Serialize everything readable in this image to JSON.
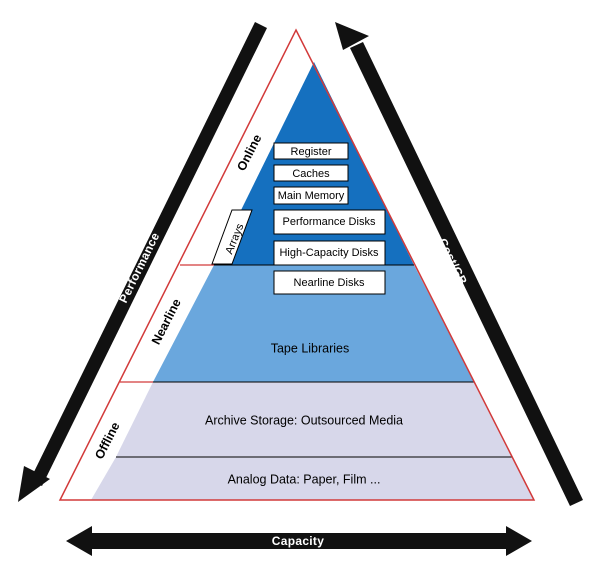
{
  "colors": {
    "online": "#1570bf",
    "nearline": "#6aa7dd",
    "offline": "#d7d7ea",
    "outline": "#d23a3a",
    "arrow": "#111111"
  },
  "arrows": {
    "performance": "Performance",
    "cost": "Cost/GB",
    "capacity": "Capacity"
  },
  "tiers": {
    "online": "Online",
    "arrays": "Arrays",
    "nearline": "Nearline",
    "offline": "Offline"
  },
  "boxes": {
    "register": "Register",
    "caches": "Caches",
    "main_memory": "Main Memory",
    "performance_disks": "Performance Disks",
    "high_capacity_disks": "High-Capacity Disks",
    "nearline_disks": "Nearline Disks"
  },
  "bands": {
    "tape_libraries": "Tape Libraries",
    "archive_storage": "Archive Storage: Outsourced Media",
    "analog_data": "Analog Data: Paper, Film ..."
  }
}
